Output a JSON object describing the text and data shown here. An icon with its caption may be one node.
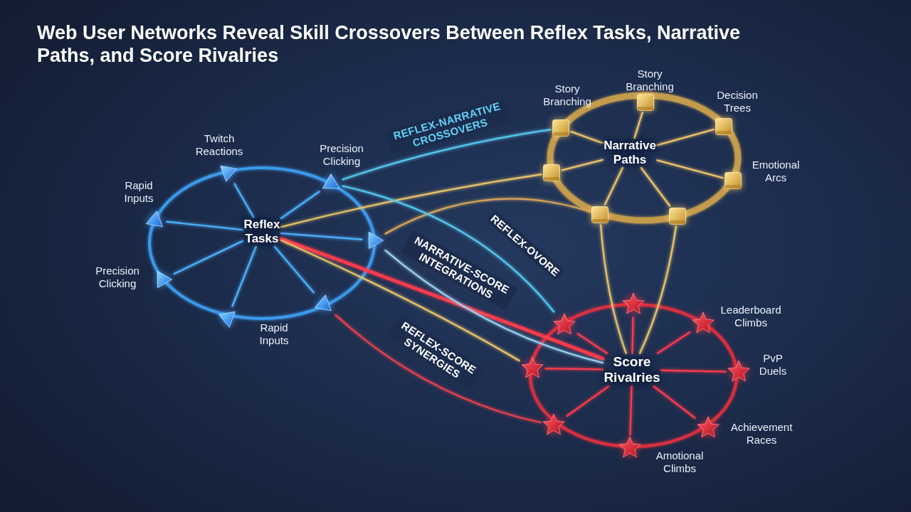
{
  "diagram": {
    "title": "Web User Networks Reveal Skill Crossovers Between Reflex Tasks, Narrative Paths, and Score Rivalries",
    "nodes": [
      {
        "text": [
          "Reflex Tasks"
        ]
      },
      {
        "text": [],
        "shape": "triangle",
        "beside": [
          "Twitch Reactions"
        ]
      },
      {
        "text": [],
        "shape": "triangle",
        "beside": [
          "Precision Clicking"
        ]
      },
      {
        "text": [],
        "shape": "triangle",
        "beside": [
          "Rapid Inputs"
        ]
      },
      {
        "text": [],
        "shape": "triangle"
      },
      {
        "text": [],
        "shape": "triangle",
        "beside": [
          "Precision Clicking"
        ]
      },
      {
        "text": [],
        "shape": "triangle"
      },
      {
        "text": [],
        "shape": "triangle",
        "beside": [
          "Rapid Inputs"
        ]
      },
      {
        "text": [
          "Narrative Paths"
        ]
      },
      {
        "text": [],
        "shape": "box",
        "beside": [
          "Story Branching"
        ]
      },
      {
        "text": [],
        "shape": "box",
        "beside": [
          "Story Branching"
        ]
      },
      {
        "text": [],
        "shape": "box",
        "beside": [
          "Decision Trees"
        ]
      },
      {
        "text": [],
        "shape": "box"
      },
      {
        "text": [],
        "shape": "box",
        "beside": [
          "Emotional Arcs"
        ]
      },
      {
        "text": [],
        "shape": "box"
      },
      {
        "text": [],
        "shape": "box"
      },
      {
        "text": [
          "Score Rivalries"
        ]
      },
      {
        "text": [],
        "shape": "star"
      },
      {
        "text": [],
        "shape": "star",
        "beside": [
          "Leaderboard Climbs"
        ]
      },
      {
        "text": [],
        "shape": "star"
      },
      {
        "text": [],
        "shape": "star"
      },
      {
        "text": [],
        "shape": "star",
        "beside": [
          "PvP Duels"
        ]
      },
      {
        "text": [],
        "shape": "star"
      },
      {
        "text": [],
        "shape": "star",
        "beside": [
          "Achievement Races"
        ]
      },
      {
        "text": [],
        "shape": "star",
        "beside": [
          "Amotional Climbs"
        ]
      }
    ],
    "edges": [
      {
        "from": 0,
        "to": 1,
        "arrow": "none",
        "color": "#4db2ff"
      },
      {
        "from": 0,
        "to": 2,
        "arrow": "none",
        "color": "#4db2ff"
      },
      {
        "from": 0,
        "to": 3,
        "arrow": "none",
        "color": "#4db2ff"
      },
      {
        "from": 0,
        "to": 4,
        "arrow": "none",
        "color": "#4db2ff"
      },
      {
        "from": 0,
        "to": 5,
        "arrow": "none",
        "color": "#4db2ff"
      },
      {
        "from": 0,
        "to": 6,
        "arrow": "none",
        "color": "#4db2ff"
      },
      {
        "from": 0,
        "to": 7,
        "arrow": "none",
        "color": "#4db2ff"
      },
      {
        "from": 8,
        "to": 9,
        "arrow": "none",
        "color": "#f2c66a"
      },
      {
        "from": 8,
        "to": 10,
        "arrow": "none",
        "color": "#f2c66a"
      },
      {
        "from": 8,
        "to": 11,
        "arrow": "none",
        "color": "#f2c66a"
      },
      {
        "from": 8,
        "to": 12,
        "arrow": "none",
        "color": "#f2c66a"
      },
      {
        "from": 8,
        "to": 13,
        "arrow": "none",
        "color": "#f2c66a"
      },
      {
        "from": 8,
        "to": 14,
        "arrow": "none",
        "color": "#f2c66a"
      },
      {
        "from": 8,
        "to": 15,
        "arrow": "none",
        "color": "#f2c66a"
      },
      {
        "from": 16,
        "to": 17,
        "arrow": "none",
        "color": "#ff3b4b"
      },
      {
        "from": 16,
        "to": 18,
        "arrow": "none",
        "color": "#ff3b4b"
      },
      {
        "from": 16,
        "to": 19,
        "arrow": "none",
        "color": "#ff3b4b"
      },
      {
        "from": 16,
        "to": 20,
        "arrow": "none",
        "color": "#ff3b4b"
      },
      {
        "from": 16,
        "to": 21,
        "arrow": "none",
        "color": "#ff3b4b"
      },
      {
        "from": 16,
        "to": 22,
        "arrow": "none",
        "color": "#ff3b4b"
      },
      {
        "from": 16,
        "to": 23,
        "arrow": "none",
        "color": "#ff3b4b"
      },
      {
        "from": 16,
        "to": 24,
        "arrow": "none",
        "color": "#ff3b4b"
      },
      {
        "from": 2,
        "to": 10,
        "arrow": "none",
        "label": "REFLEX-NARRATIVE CROSSOVERS",
        "color": "#55c8f0"
      },
      {
        "from": 0,
        "to": 12,
        "arrow": "none",
        "color": "#e9c46a"
      },
      {
        "from": 4,
        "to": 14,
        "arrow": "none",
        "color": "#d6a55a"
      },
      {
        "from": 2,
        "to": 19,
        "arrow": "none",
        "label": "REFLEX-OVORE",
        "color": "#55c8f0"
      },
      {
        "from": 0,
        "to": 16,
        "arrow": "none",
        "label": "NARRATIVE-SCORE INTEGRATIONS",
        "style": "thick",
        "color": "#ff3b4b"
      },
      {
        "from": 0,
        "to": 20,
        "arrow": "none",
        "color": "#e9c46a"
      },
      {
        "from": 4,
        "to": 16,
        "arrow": "none",
        "color": "#9cd3f2"
      },
      {
        "from": 6,
        "to": 22,
        "arrow": "none",
        "label": "REFLEX-SCORE SYNERGIES",
        "color": "#e8404f"
      },
      {
        "from": 14,
        "to": 16,
        "arrow": "none",
        "color": "#e9c46a"
      },
      {
        "from": 15,
        "to": 16,
        "arrow": "none",
        "color": "#e9c46a"
      }
    ]
  }
}
